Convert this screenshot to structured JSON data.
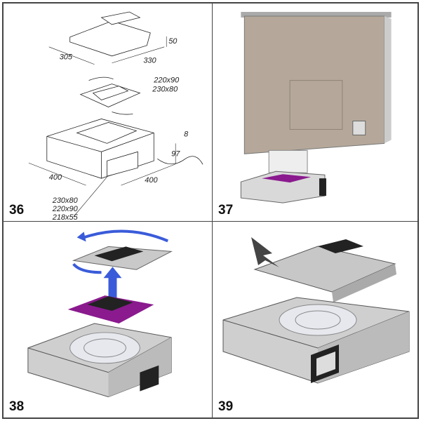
{
  "panels": [
    {
      "number": "36",
      "dimensions": {
        "width_top": "305",
        "depth_top": "330",
        "height_top": "50",
        "adapter_1": "220x90",
        "adapter_2": "230x80",
        "base_width": "400",
        "base_depth": "400",
        "offset": "8",
        "base_height": "97",
        "outlet_1": "230x80",
        "outlet_2": "220x90",
        "outlet_3": "218x55"
      }
    },
    {
      "number": "37"
    },
    {
      "number": "38",
      "colors": {
        "gasket": "#8a1a8e",
        "arrow": "#3a5bd9"
      }
    },
    {
      "number": "39"
    }
  ]
}
